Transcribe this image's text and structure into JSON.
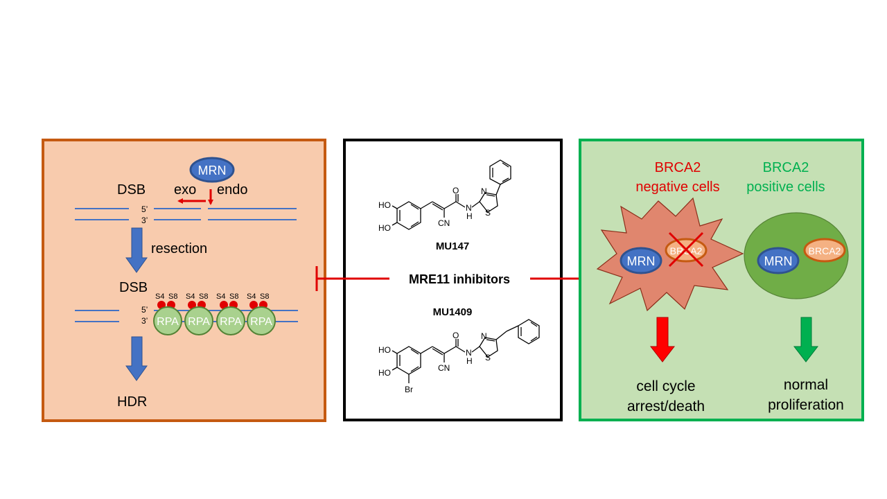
{
  "left_panel": {
    "mrn": "MRN",
    "dsb_top": "DSB",
    "exo": "exo",
    "endo": "endo",
    "five_prime_top": "5’",
    "three_prime_top": "3’",
    "resection": "resection",
    "dsb_bottom": "DSB",
    "five_prime_bottom": "5’",
    "three_prime_bottom": "3’",
    "s4": "S4",
    "s8": "S8",
    "rpa": "RPA",
    "hdr": "HDR"
  },
  "middle_panel": {
    "mu147": "MU147",
    "inhibitors": "MRE11 inhibitors",
    "mu1409": "MU1409",
    "atoms": {
      "ho": "HO",
      "o": "O",
      "n": "N",
      "nh": "N",
      "h": "H",
      "s": "S",
      "cn": "CN",
      "br": "Br"
    }
  },
  "right_panel": {
    "brca2_neg_line1": "BRCA2",
    "brca2_neg_line2": "negative cells",
    "brca2_pos_line1": "BRCA2",
    "brca2_pos_line2": "positive cells",
    "mrn": "MRN",
    "brca2": "BRCA2",
    "outcome_neg_line1": "cell cycle",
    "outcome_neg_line2": "arrest/death",
    "outcome_pos_line1": "normal",
    "outcome_pos_line2": "proliferation"
  },
  "colors": {
    "left_fill": "#f8cbad",
    "left_border": "#c55a11",
    "right_fill": "#c5e0b4",
    "right_border": "#00b050",
    "mrn_fill": "#4472c4",
    "rpa_fill": "#a9d18e",
    "red": "#e00000",
    "green_text": "#00b050",
    "arrow_blue": "#4472c4",
    "cell_neg": "#e0866e",
    "cell_pos": "#70ad47"
  }
}
